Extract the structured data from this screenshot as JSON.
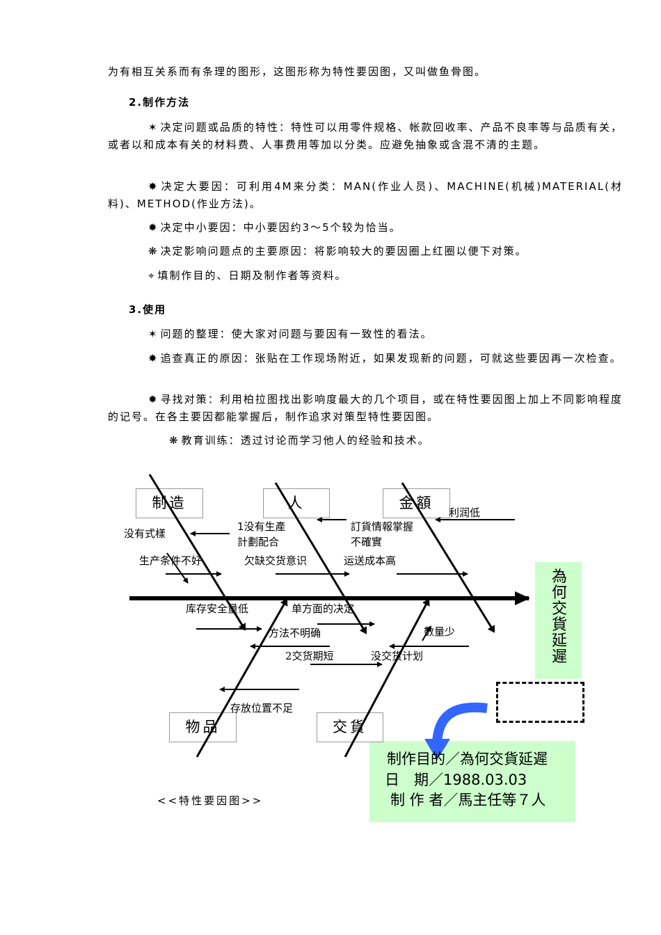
{
  "intro": "为有相互关系而有条理的图形，这图形称为特性要因图，又叫做鱼骨图。",
  "section2": {
    "heading": "2.制作方法",
    "items": [
      {
        "bullet": "✶",
        "text": "决定问题或品质的特性：特性可以用零件规格、帐款回收率、产品不良率等与品质有关，或者以和成本有关的材料费、人事费用等加以分类。应避免抽象或含混不清的主题。"
      },
      {
        "bullet": "✸",
        "text": "决定大要因：可利用4M来分类：MAN(作业人员)、MACHINE(机械)MATERIAL(材料)、METHOD(作业方法)。"
      },
      {
        "bullet": "✹",
        "text": "决定中小要因：中小要因约3～5个较为恰当。"
      },
      {
        "bullet": "❋",
        "text": "决定影响问题点的主要原因：将影响较大的要因圈上红圈以便下对策。"
      },
      {
        "bullet": "⌖",
        "text": "填制作目的、日期及制作者等资料。"
      }
    ]
  },
  "section3": {
    "heading": "3.使用",
    "items": [
      {
        "bullet": "✶",
        "text": "问题的整理：使大家对问题与要因有一致性的看法。"
      },
      {
        "bullet": "✸",
        "text": "追查真正的原因：张贴在工作现场附近，如果发现新的问题，可就这些要因再一次检查。"
      },
      {
        "bullet": "✹",
        "text": "寻找对策：利用柏拉图找出影响度最大的几个项目，或在特性要因图上加上不同影响程度的记号。在各主要因都能掌握后，制作追求对策型特性要因图。"
      },
      {
        "bullet": "❋",
        "text": "教育训练：透过讨论而学习他人的经验和技术。"
      }
    ]
  },
  "diagram": {
    "categories": {
      "top_left": "制造",
      "top_mid": "人",
      "top_right": "金額",
      "bottom_left": "物品",
      "bottom_mid": "交貨"
    },
    "effect": "為何交貨延遲",
    "causes": {
      "no_style": "没有式樣",
      "plan_1a": "1没有生產",
      "plan_1b": "計劃配合",
      "order_a": "訂貨情報掌握",
      "order_b": "不確實",
      "profit_low": "利润低",
      "prod_cond": "生产条件不好",
      "lack_awareness": "欠缺交货意识",
      "ship_cost": "运送成本高",
      "stock_low": "库存安全量低",
      "one_sided": "单方面的决定",
      "qty_small": "數量少",
      "method_unclear": "方法不明确",
      "short_lead_num": "2",
      "short_lead": "交货期短",
      "no_plan": "没交货计划",
      "storage": "存放位置不足"
    },
    "info": {
      "purpose": "制作目的／為何交貨延遲",
      "date": "日　期／1988.03.03",
      "author": "制 作 者／馬主任等７人"
    },
    "caption": "<<特性要因图>>"
  }
}
